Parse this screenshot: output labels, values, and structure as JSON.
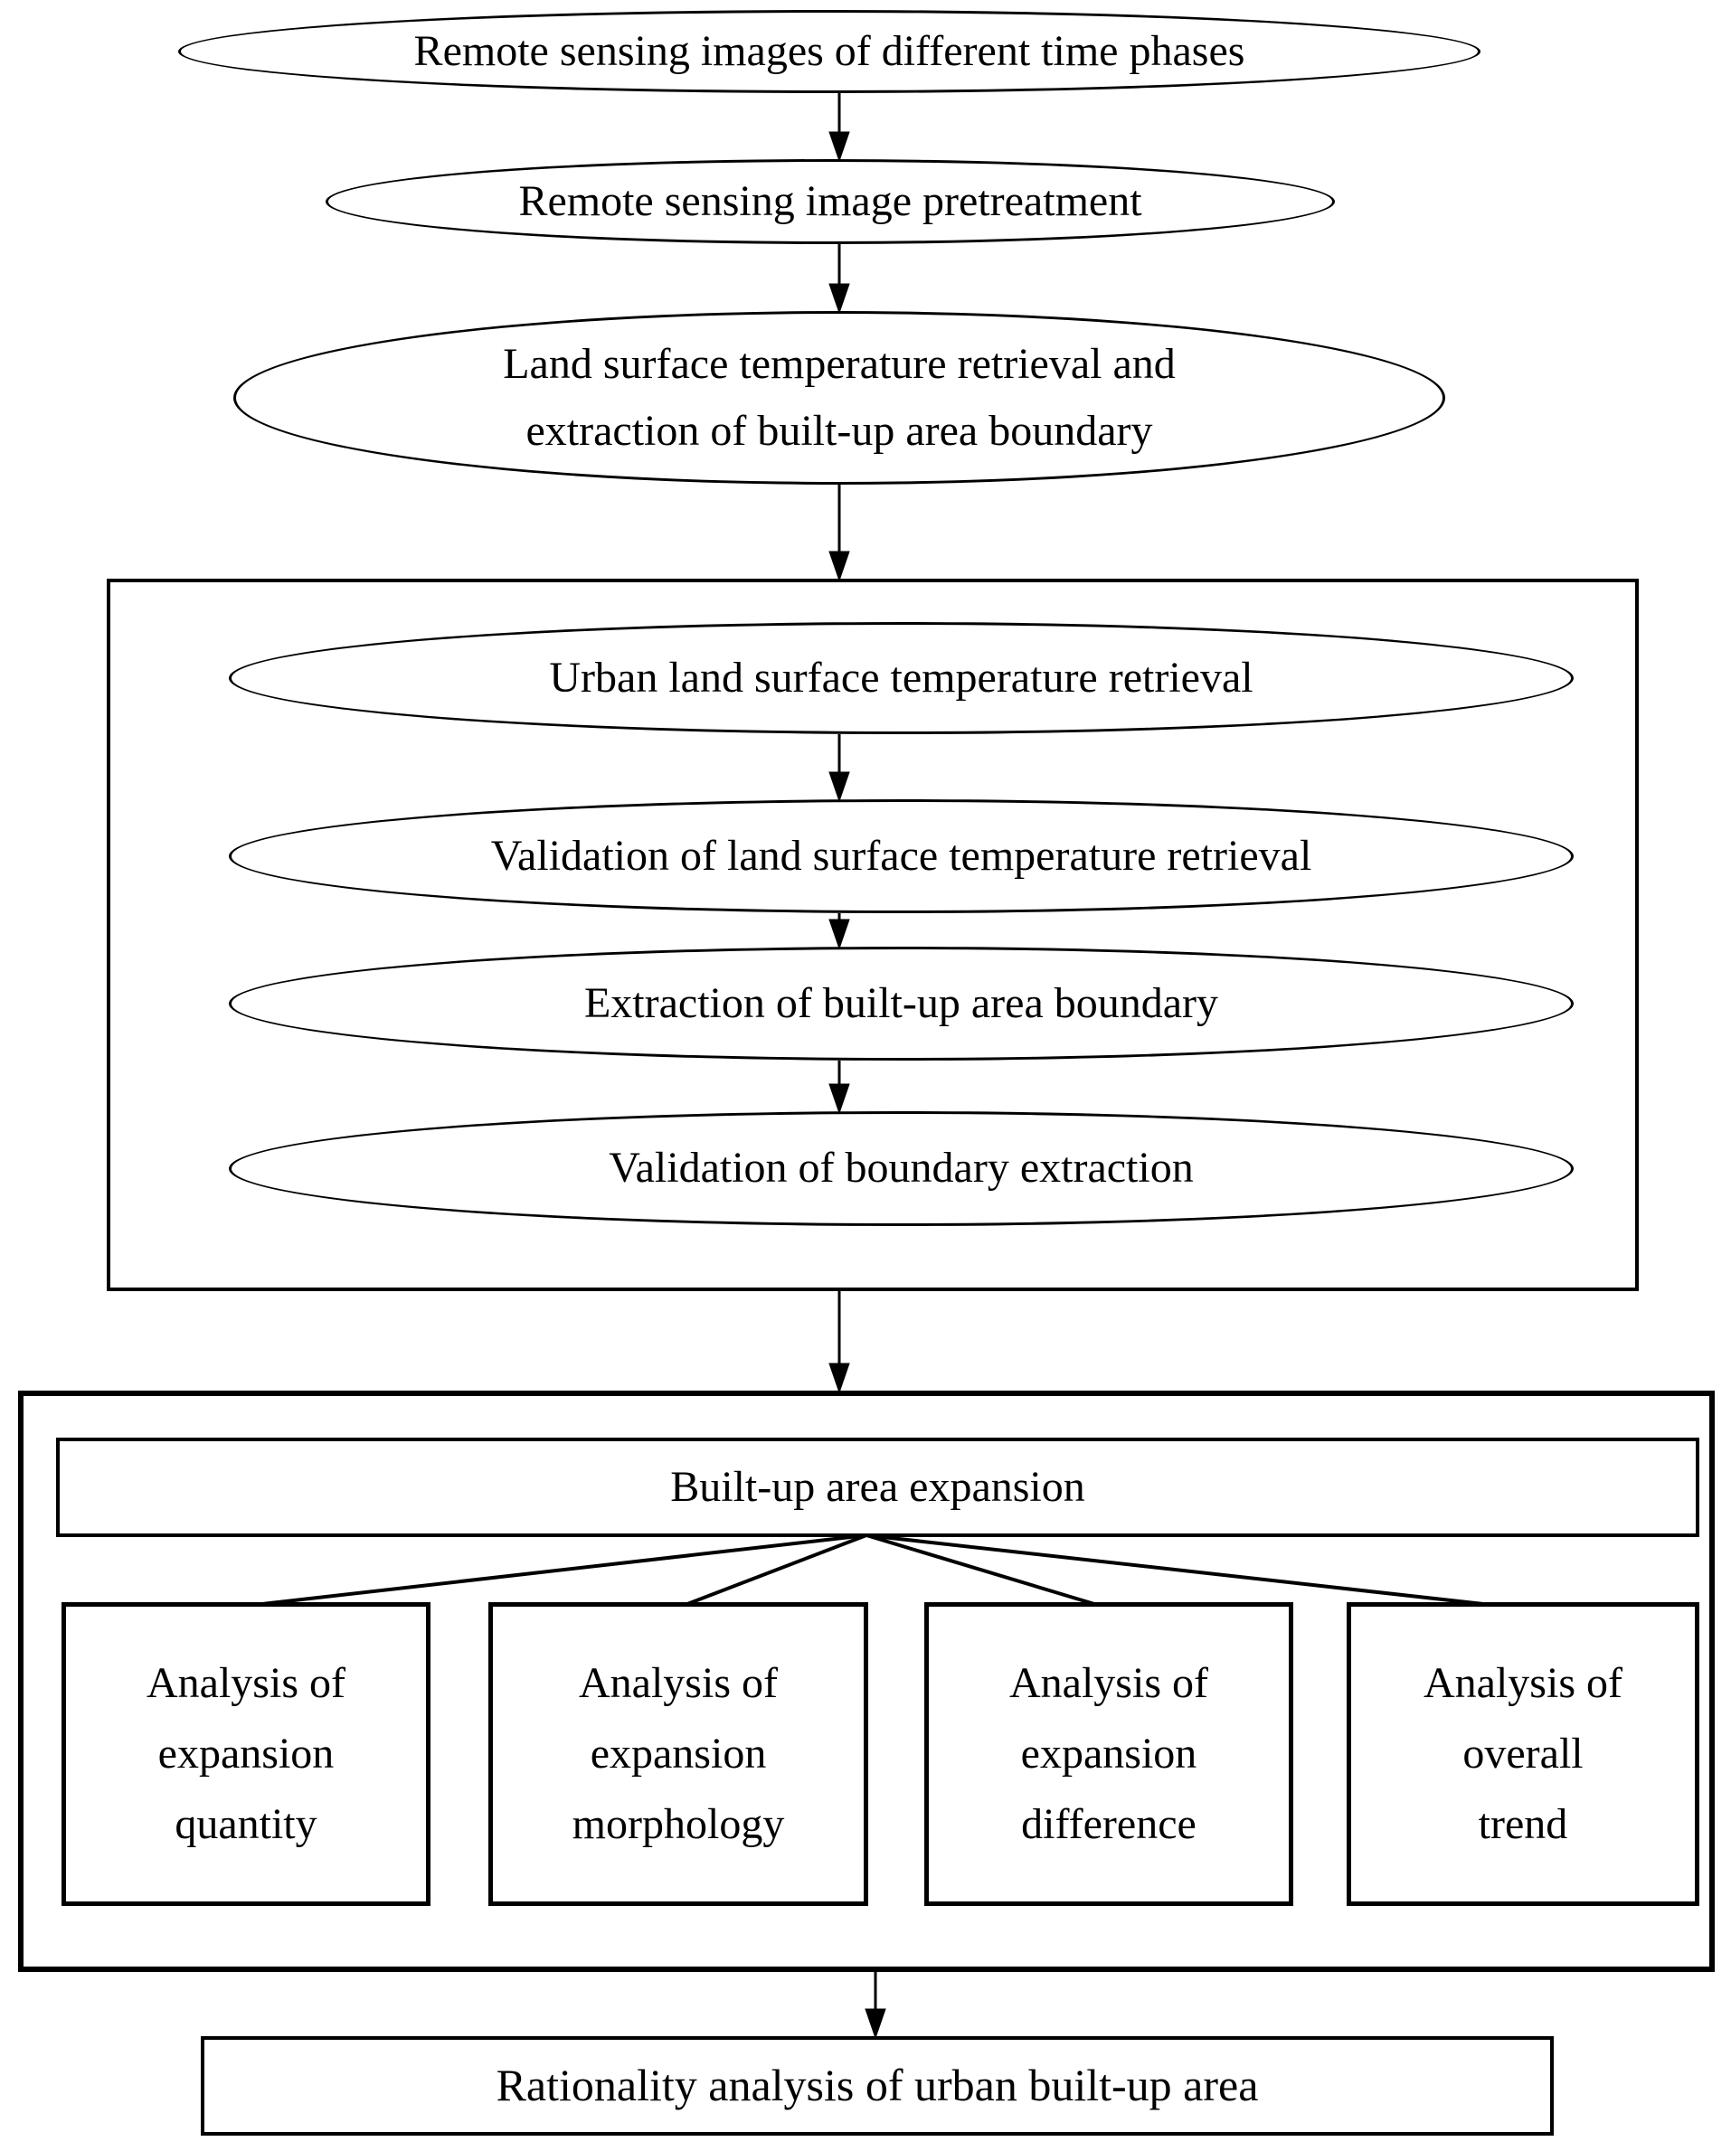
{
  "flowchart": {
    "colors": {
      "background": "#ffffff",
      "stroke": "#000000",
      "text": "#000000"
    },
    "top_sequence": [
      {
        "id": "remote-sensing-images",
        "shape": "ellipse",
        "label": "Remote sensing images of different time phases"
      },
      {
        "id": "image-pretreatment",
        "shape": "ellipse",
        "label": "Remote sensing image pretreatment"
      },
      {
        "id": "lst-retrieval-and-extraction",
        "shape": "ellipse",
        "label": [
          "Land surface temperature retrieval and",
          "extraction of built-up area boundary"
        ]
      }
    ],
    "retrieval_group": {
      "steps": [
        {
          "id": "urban-lst-retrieval",
          "shape": "ellipse",
          "label": "Urban land surface temperature retrieval"
        },
        {
          "id": "lst-validation",
          "shape": "ellipse",
          "label": "Validation of land surface temperature retrieval"
        },
        {
          "id": "builtup-boundary-extraction",
          "shape": "ellipse",
          "label": "Extraction of built-up area boundary"
        },
        {
          "id": "boundary-validation",
          "shape": "ellipse",
          "label": "Validation of boundary extraction"
        }
      ]
    },
    "expansion_group": {
      "header": {
        "label": "Built-up area expansion"
      },
      "analyses": [
        {
          "label": [
            "Analysis of",
            "expansion",
            "quantity"
          ]
        },
        {
          "label": [
            "Analysis of",
            "expansion",
            "morphology"
          ]
        },
        {
          "label": [
            "Analysis of",
            "expansion",
            "difference"
          ]
        },
        {
          "label": [
            "Analysis of",
            "overall",
            "trend"
          ]
        }
      ]
    },
    "final": {
      "label": "Rationality analysis of urban built-up area"
    }
  }
}
